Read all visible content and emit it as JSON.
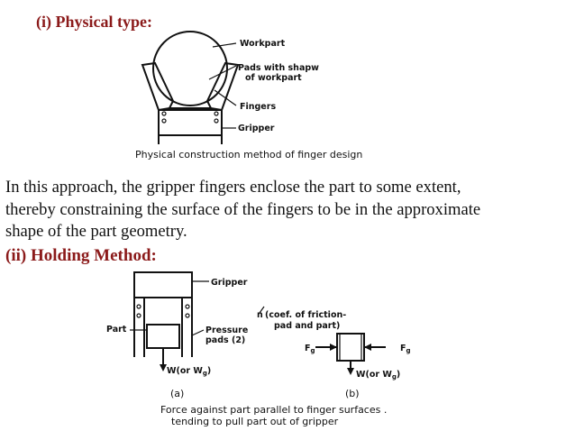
{
  "heading_physical": "(i) Physical type:",
  "figure1": {
    "labels": {
      "workpart": "Workpart",
      "pads_line1": "Pads with shapw",
      "pads_line2": "of workpart",
      "fingers": "Fingers",
      "gripper": "Gripper"
    },
    "caption": "Physical construction method of finger design"
  },
  "paragraph_lines": [
    "In this approach, the gripper fingers enclose the part to some extent,",
    "thereby constraining the surface of the fingers to be in the approximate",
    "shape of the part geometry."
  ],
  "heading_holding": "(ii) Holding Method:",
  "figure2": {
    "labels": {
      "gripper": "Gripper",
      "part": "Part",
      "pressure": "Pressure",
      "pads": "pads (2)",
      "mu_symbol": "n",
      "coef_line1": "(coef. of friction-",
      "coef_line2": "pad and part)",
      "fg_left": "F",
      "fg_right": "F",
      "g_sub": "g",
      "weight_a": "W(or W",
      "weight_b": "W(or W",
      "close_paren": ")",
      "label_a": "(a)",
      "label_b": "(b)"
    },
    "caption_line1": "Force against part parallel to finger surfaces .",
    "caption_line2": "tending to pull part out of gripper"
  }
}
